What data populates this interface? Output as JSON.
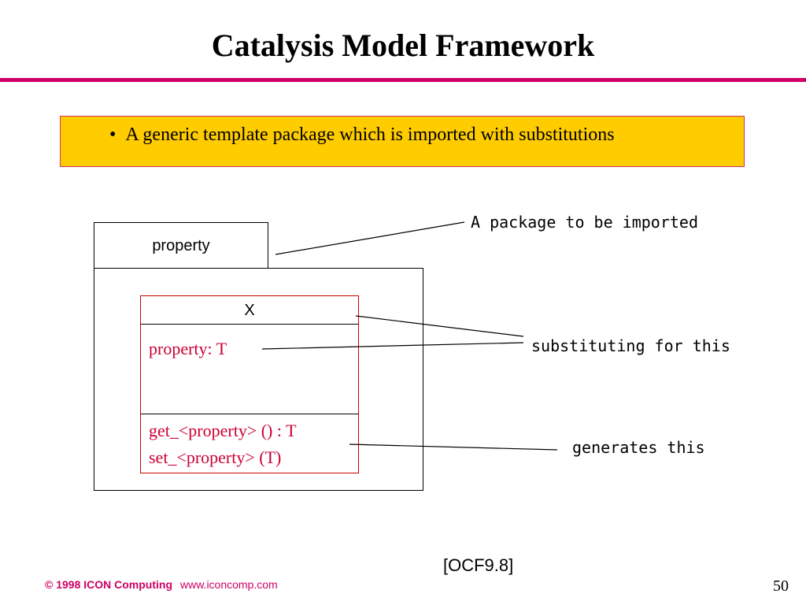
{
  "slide": {
    "title": "Catalysis Model Framework",
    "bullet": "A generic template package which is imported with substitutions",
    "bullet_marker": "•",
    "colors": {
      "title_rule": "#cc0066",
      "bullet_box_fill": "#ffcc00",
      "class_text": "#cc0033",
      "footer_text": "#cc0066"
    }
  },
  "diagram": {
    "package_name": "property",
    "class_name": "X",
    "attribute": "property: T",
    "operations": [
      "get_<property> () : T",
      "set_<property> (T)"
    ],
    "annotations": {
      "package": "A package to be imported",
      "substitution": "substituting for this",
      "generation": "generates this"
    },
    "reference": "[OCF9.8]"
  },
  "footer": {
    "copyright": "© 1998 ICON Computing",
    "url": "www.iconcomp.com",
    "page_number": "50"
  }
}
